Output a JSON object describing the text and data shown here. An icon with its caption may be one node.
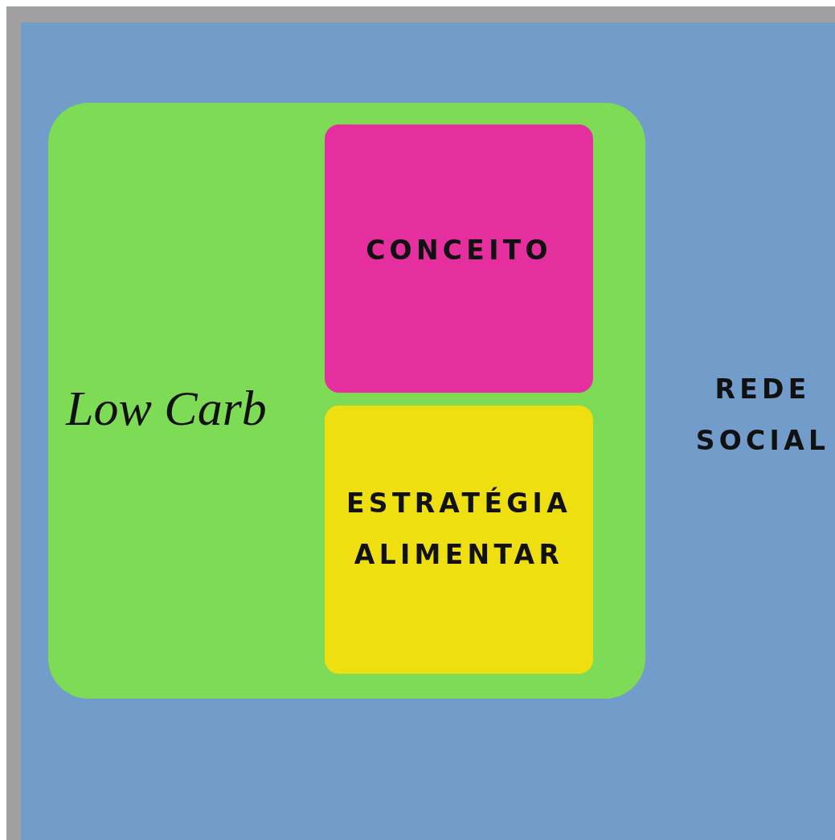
{
  "diagram": {
    "nodes": [
      {
        "text": [
          "REDE SOCIAL"
        ]
      },
      {
        "text": [
          "Low Carb"
        ],
        "in": 0
      },
      {
        "text": [
          "CONCEITO"
        ],
        "in": 1
      },
      {
        "text": [
          "ESTRATÉGIA ALIMENTAR"
        ],
        "in": 1
      }
    ]
  }
}
